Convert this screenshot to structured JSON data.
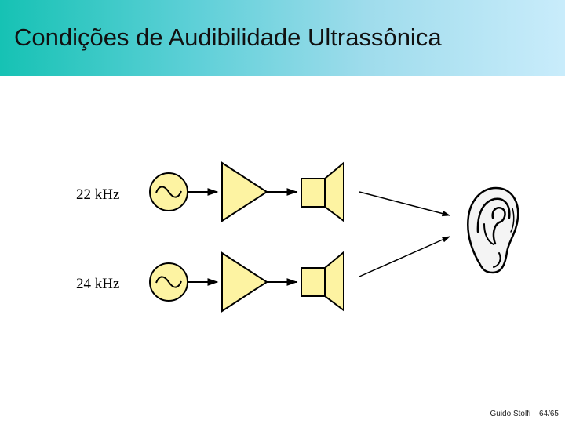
{
  "slide": {
    "title": "Condições de Audibilidade Ultrassônica",
    "author": "Guido Stolfi",
    "page": "64/65"
  },
  "diagram": {
    "sources": [
      {
        "label": "22 kHz"
      },
      {
        "label": "24 kHz"
      }
    ],
    "colors": {
      "component_fill": "#fdf3a2",
      "stroke": "#000000",
      "header_left": "#16c2b4",
      "header_right": "#c9ecfb"
    }
  }
}
